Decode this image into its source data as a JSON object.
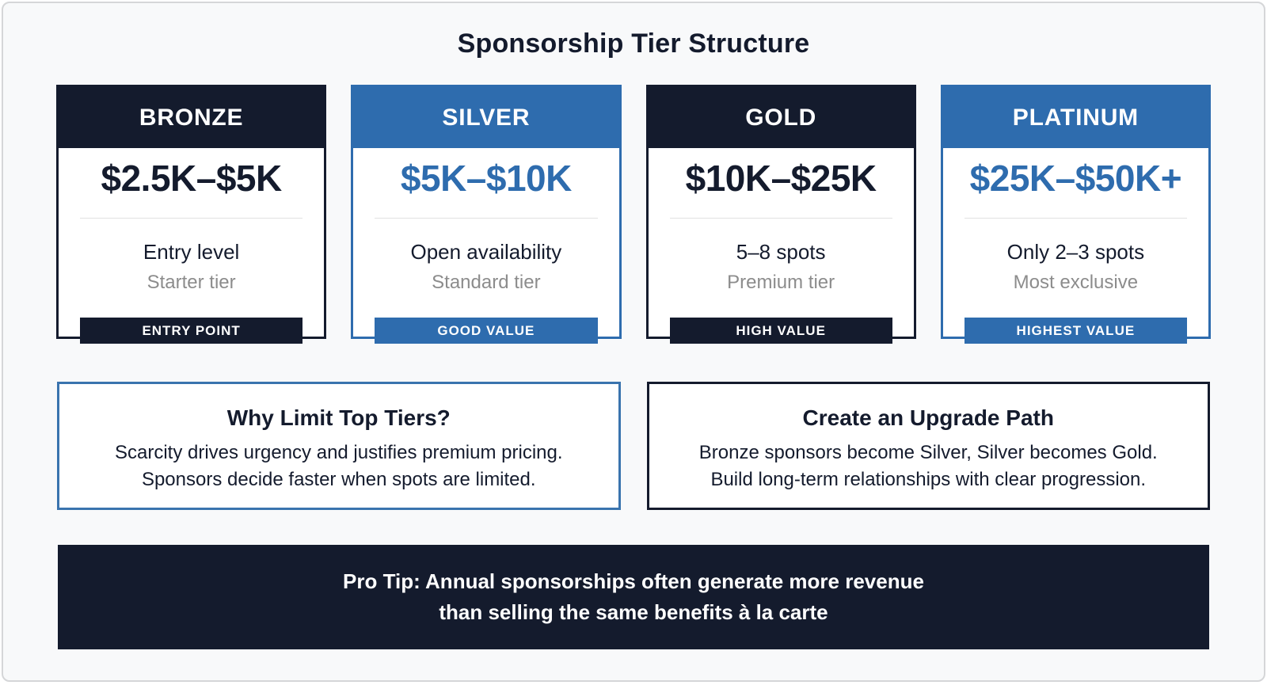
{
  "page": {
    "title": "Sponsorship Tier Structure"
  },
  "colors": {
    "navy": "#141b2d",
    "blue": "#2e6cae",
    "gray_text": "#8c8c8c",
    "background": "#f8f9fa",
    "card_background": "#ffffff"
  },
  "tiers": [
    {
      "name": "BRONZE",
      "price": "$2.5K–$5K",
      "line1": "Entry level",
      "line2": "Starter tier",
      "badge": "ENTRY POINT",
      "theme": "navy"
    },
    {
      "name": "SILVER",
      "price": "$5K–$10K",
      "line1": "Open availability",
      "line2": "Standard tier",
      "badge": "GOOD VALUE",
      "theme": "blue"
    },
    {
      "name": "GOLD",
      "price": "$10K–$25K",
      "line1": "5–8 spots",
      "line2": "Premium tier",
      "badge": "HIGH VALUE",
      "theme": "navy"
    },
    {
      "name": "PLATINUM",
      "price": "$25K–$50K+",
      "line1": "Only 2–3 spots",
      "line2": "Most exclusive",
      "badge": "HIGHEST VALUE",
      "theme": "blue"
    }
  ],
  "info_boxes": [
    {
      "title": "Why Limit Top Tiers?",
      "line1": "Scarcity drives urgency and justifies premium pricing.",
      "line2": "Sponsors decide faster when spots are limited.",
      "theme": "blue"
    },
    {
      "title": "Create an Upgrade Path",
      "line1": "Bronze sponsors become Silver, Silver becomes Gold.",
      "line2": "Build long-term relationships with clear progression.",
      "theme": "navy"
    }
  ],
  "pro_tip": {
    "line1": "Pro Tip: Annual sponsorships often generate more revenue",
    "line2": "than selling the same benefits à la carte"
  }
}
